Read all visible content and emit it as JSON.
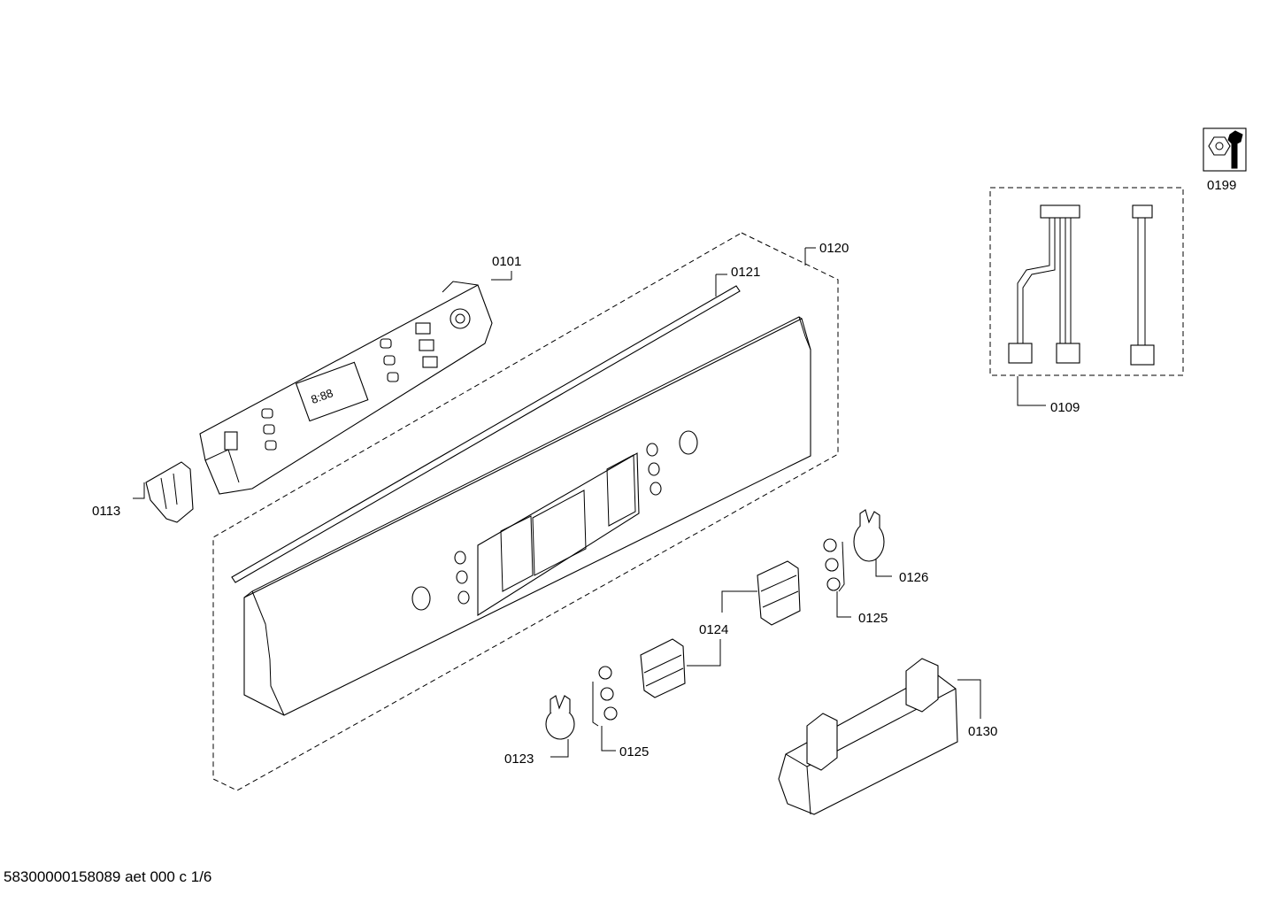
{
  "labels": {
    "p0101": "0101",
    "p0109": "0109",
    "p0113": "0113",
    "p0120": "0120",
    "p0121": "0121",
    "p0123": "0123",
    "p0124": "0124",
    "p0125a": "0125",
    "p0125b": "0125",
    "p0126": "0126",
    "p0130": "0130",
    "p0199": "0199"
  },
  "display_digits": "8:88",
  "footer": "58300000158089 aet 000 c 1/6",
  "icons": {
    "service_kit": "nut-wrench-icon"
  }
}
